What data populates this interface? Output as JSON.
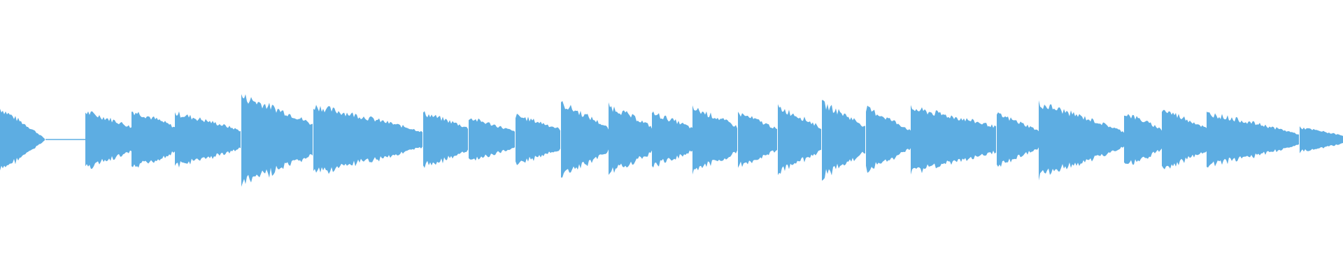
{
  "waveform": {
    "color": "#5dade2",
    "onsets": [
      0.0,
      0.065,
      0.155,
      0.215,
      0.292,
      0.385,
      0.428,
      0.486,
      0.559,
      0.61,
      0.671,
      0.74,
      0.808,
      0.871,
      0.957,
      1.0
    ],
    "peaks": [
      0.27,
      0.0,
      0.23,
      0.25,
      0.24,
      0.42,
      0.3,
      0.24,
      0.19,
      0.22,
      0.29,
      0.27,
      0.23,
      0.26,
      0.24,
      0.27,
      0.3,
      0.27,
      0.26,
      0.27,
      0.23,
      0.26,
      0.3,
      0.25,
      0.25,
      0.22,
      0.27,
      0.12
    ],
    "description_note": ""
  }
}
